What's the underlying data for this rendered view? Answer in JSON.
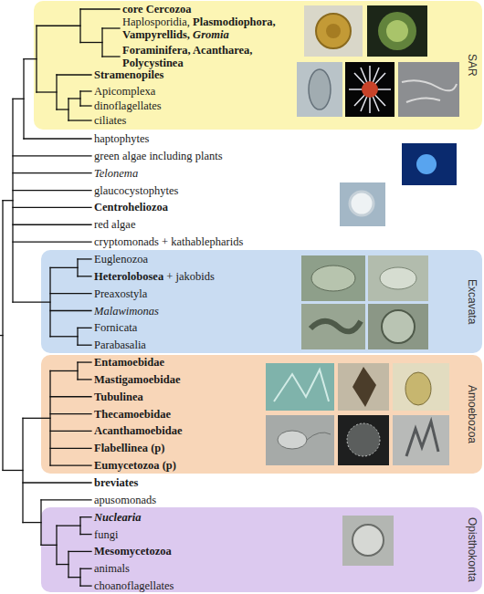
{
  "diagram": {
    "nodes": [
      {
        "text": [
          "SAR"
        ]
      },
      {
        "text": [
          "Excavata"
        ]
      },
      {
        "text": [
          "Amoebozoa"
        ]
      },
      {
        "text": [
          "Opisthokonta"
        ]
      }
    ],
    "labels": [
      "core Cercozoa",
      "Haplosporidia, Plasmodiophora, Vampyrellids, Gromia",
      "Foraminifera, Acantharea, Polycystinea",
      "Stramenopiles",
      "Apicomplexa",
      "dinoflagellates",
      "ciliates",
      "haptophytes",
      "green algae including plants",
      "Telonema",
      "glaucocystophytes",
      "Centroheliozoa",
      "red algae",
      "cryptomonads + kathablepharids",
      "Euglenozoa",
      "Heterolobosea + jakobids",
      "Preaxostyla",
      "Malawimonas",
      "Fornicata",
      "Parabasalia",
      "Entamoebidae",
      "Mastigamoebidae",
      "Tubulinea",
      "Thecamoebidae",
      "Acanthamoebidae",
      "Flabellinea (p)",
      "Eumycetozoa (p)",
      "breviates",
      "apusomonads",
      "Nuclearia",
      "fungi",
      "Mesomycetozoa",
      "animals",
      "choanoflagellates"
    ]
  }
}
